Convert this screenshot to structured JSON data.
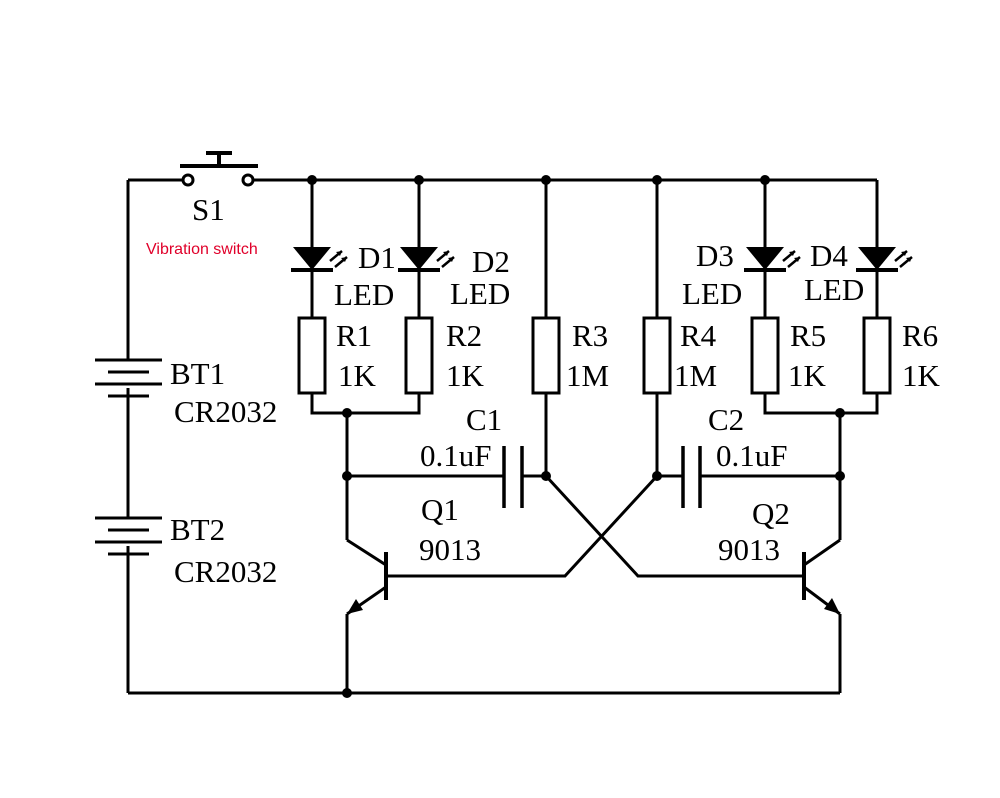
{
  "colors": {
    "ink": "#000000",
    "note": "#e0002a"
  },
  "switch": {
    "ref": "S1",
    "note": "Vibration switch"
  },
  "batteries": [
    {
      "ref": "BT1",
      "value": "CR2032"
    },
    {
      "ref": "BT2",
      "value": "CR2032"
    }
  ],
  "leds": [
    {
      "ref": "D1",
      "value": "LED"
    },
    {
      "ref": "D2",
      "value": "LED"
    },
    {
      "ref": "D3",
      "value": "LED"
    },
    {
      "ref": "D4",
      "value": "LED"
    }
  ],
  "resistors": [
    {
      "ref": "R1",
      "value": "1K"
    },
    {
      "ref": "R2",
      "value": "1K"
    },
    {
      "ref": "R3",
      "value": "1M"
    },
    {
      "ref": "R4",
      "value": "1M"
    },
    {
      "ref": "R5",
      "value": "1K"
    },
    {
      "ref": "R6",
      "value": "1K"
    }
  ],
  "capacitors": [
    {
      "ref": "C1",
      "value": "0.1uF"
    },
    {
      "ref": "C2",
      "value": "0.1uF"
    }
  ],
  "transistors": [
    {
      "ref": "Q1",
      "value": "9013"
    },
    {
      "ref": "Q2",
      "value": "9013"
    }
  ]
}
